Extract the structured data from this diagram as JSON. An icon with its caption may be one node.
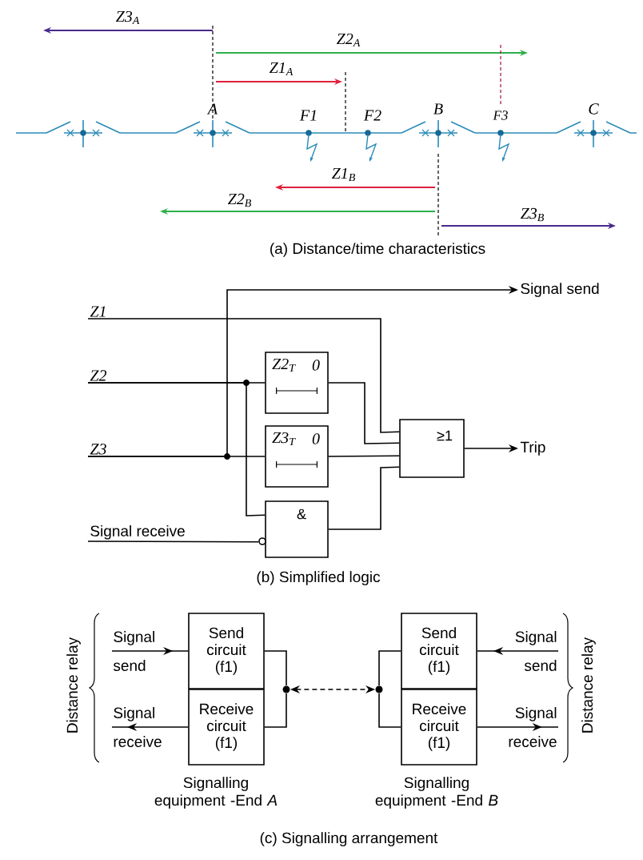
{
  "diagram": {
    "nodes": [
      {
        "text": [
          "Z1"
        ]
      },
      {
        "text": [
          "Z2"
        ]
      },
      {
        "text": [
          "Z3"
        ]
      },
      {
        "text": [
          "Signal receive"
        ]
      },
      {
        "text": [
          "Z2$_{T}$",
          "0"
        ]
      },
      {
        "text": [
          "Z3$_{T}$",
          "0"
        ]
      },
      {
        "text": [
          "&"
        ]
      },
      {
        "text": [
          "≥1"
        ]
      },
      {
        "text": [
          "Signal send"
        ]
      },
      {
        "text": [
          "Trip"
        ]
      },
      {
        "text": [
          "Signal send"
        ]
      },
      {
        "text": [
          "Send circuit (f1)"
        ]
      },
      {
        "text": [
          "Receive circuit (f1)"
        ],
        "beside": [
          "Signalling equipment -End *A*"
        ]
      },
      {
        "text": [
          "Signal receive"
        ]
      },
      {
        "text": [],
        "shape": "circle"
      },
      {
        "text": [],
        "shape": "circle"
      },
      {
        "text": [
          "Send circuit (f1)"
        ]
      },
      {
        "text": [
          "Receive circuit (f1)"
        ],
        "beside": [
          "Signalling equipment -End *B*"
        ]
      },
      {
        "text": [
          "Signal send"
        ]
      },
      {
        "text": [
          "Signal receive"
        ]
      }
    ],
    "edges": [
      {
        "from": 0,
        "to": 7,
        "arrow": "none"
      },
      {
        "from": 1,
        "to": 4,
        "arrow": "none"
      },
      {
        "from": 1,
        "to": 6,
        "arrow": "none"
      },
      {
        "from": 2,
        "to": 5,
        "arrow": "none"
      },
      {
        "from": 2,
        "to": 8,
        "arrow": "to"
      },
      {
        "from": 4,
        "to": 7,
        "arrow": "none"
      },
      {
        "from": 5,
        "to": 7,
        "arrow": "none"
      },
      {
        "from": 6,
        "to": 7,
        "arrow": "none"
      },
      {
        "from": 3,
        "to": 6,
        "arrow": "none"
      },
      {
        "from": 7,
        "to": 9,
        "arrow": "to"
      },
      {
        "from": 10,
        "to": 11,
        "arrow": "to"
      },
      {
        "from": 12,
        "to": 13,
        "arrow": "to"
      },
      {
        "from": 11,
        "to": 14,
        "arrow": "none"
      },
      {
        "from": 14,
        "to": 12,
        "arrow": "none"
      },
      {
        "from": 14,
        "to": 15,
        "arrow": "both",
        "style": "dashed"
      },
      {
        "from": 15,
        "to": 16,
        "arrow": "none"
      },
      {
        "from": 15,
        "to": 17,
        "arrow": "none"
      },
      {
        "from": 18,
        "to": 16,
        "arrow": "to"
      },
      {
        "from": 17,
        "to": 19,
        "arrow": "to"
      }
    ],
    "labels": [
      "Z3$_{A}$",
      "Z2$_{A}$",
      "Z1$_{A}$",
      "A",
      "F1",
      "F2",
      "B",
      "F3",
      "C",
      "Z1$_{B}$",
      "Z2$_{B}$",
      "Z3$_{B}$",
      "(a) Distance/time characteristics",
      "(b) Simplified logic",
      "Distance relay",
      "Distance relay",
      "(c) Signalling arrangement"
    ]
  }
}
